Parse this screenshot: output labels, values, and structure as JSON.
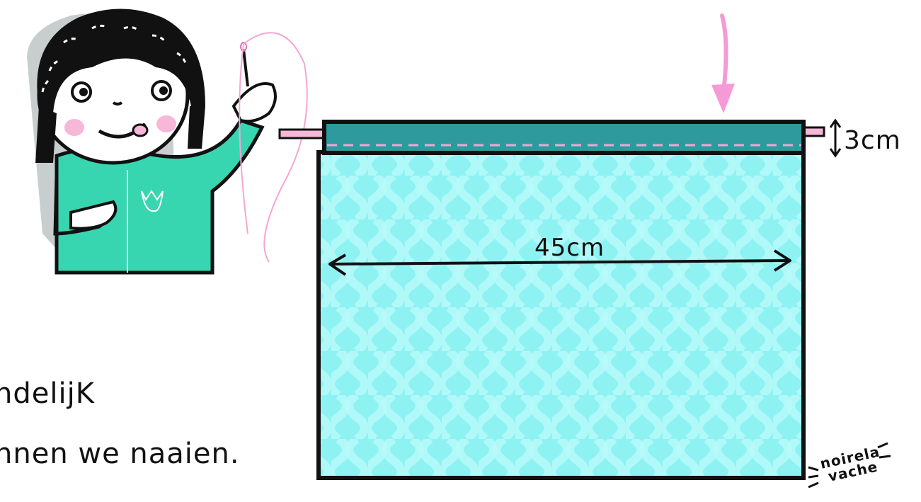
{
  "caption": {
    "line1": "ndelijK",
    "line2": "nnen we naaien."
  },
  "diagram": {
    "width_label": "45cm",
    "hem_label": "3cm"
  },
  "signature": {
    "line1": "noirela",
    "line2": "vache"
  },
  "colors": {
    "fabric": "#8ef2f2",
    "fabric_pattern": "#b6fafa",
    "hem_band": "#2f9a9e",
    "stitch_line": "#f3a6d6",
    "arrow_pink": "#f59ad6",
    "shirt_green": "#38d6b0",
    "outline": "#111111"
  },
  "icons": {
    "girl": "girl-sewing-illustration",
    "needle": "needle-icon",
    "down_arrow": "pink-down-arrow-icon"
  }
}
